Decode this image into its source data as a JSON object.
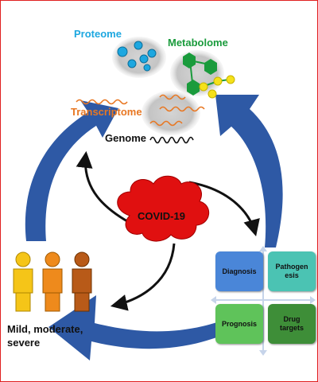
{
  "omics": {
    "proteome": "Proteome",
    "metabolome": "Metabolome",
    "transcriptome": "Transcriptome",
    "genome": "Genome"
  },
  "center": {
    "label": "COVID-19"
  },
  "severity": {
    "line1": "Mild, moderate,",
    "line2": "severe"
  },
  "quadrants": {
    "diagnosis": "Diagnosis",
    "pathogenesis_line1": "Pathogen",
    "pathogenesis_line2": "esis",
    "prognosis": "Prognosis",
    "drug_targets_line1": "Drug",
    "drug_targets_line2": "targets"
  },
  "colors": {
    "cycle": "#2e59a5",
    "proteome": "#1da7e0",
    "metabolome": "#1a9b3c",
    "transcriptome": "#e87722",
    "virus": "#e01010",
    "person_light": "#f5c518",
    "person_mid": "#ee8a1c",
    "person_dark": "#b85a18",
    "diagnosis": "#4a86d8",
    "pathogenesis": "#4bc3b3",
    "prognosis": "#5fc35a",
    "drug_targets": "#3e8e38"
  }
}
